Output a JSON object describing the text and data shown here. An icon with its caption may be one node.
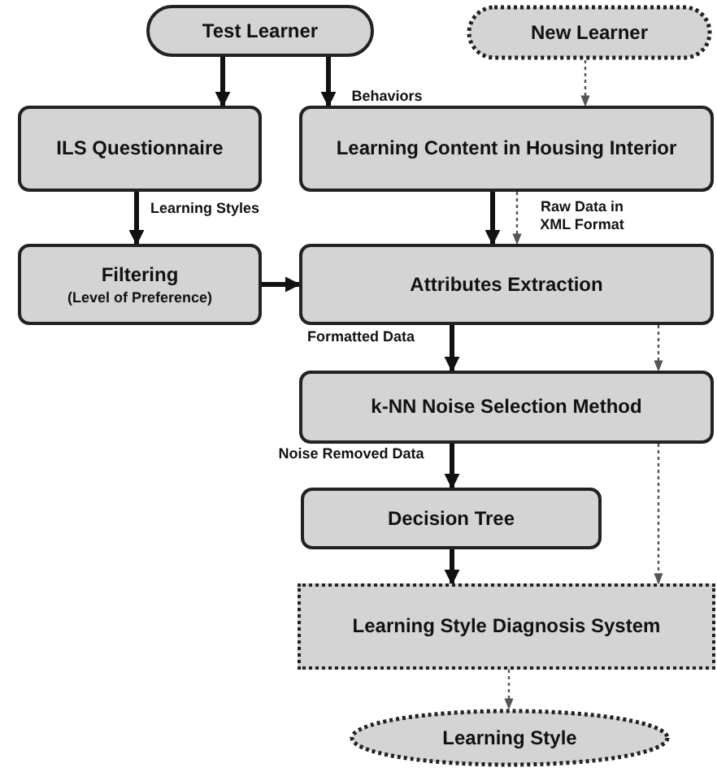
{
  "diagram": {
    "nodes": [
      {
        "text": [
          "Test Learner"
        ]
      },
      {
        "text": [
          "New Learner"
        ]
      },
      {
        "text": [
          "ILS Questionnaire"
        ]
      },
      {
        "text": [
          "Learning Content in Housing Interior"
        ]
      },
      {
        "text": [
          "Filtering",
          "(Level of Preference)"
        ]
      },
      {
        "text": [
          "Attributes Extraction"
        ]
      },
      {
        "text": [
          "k-NN Noise Selection Method"
        ]
      },
      {
        "text": [
          "Decision Tree"
        ]
      },
      {
        "text": [
          "Learning Style Diagnosis System"
        ]
      },
      {
        "text": [
          "Learning Style"
        ]
      }
    ],
    "edges": [
      {
        "from": 0,
        "to": 2,
        "arrow": "to"
      },
      {
        "from": 0,
        "to": 3,
        "arrow": "to",
        "label": "Behaviors"
      },
      {
        "from": 1,
        "to": 3,
        "arrow": "to",
        "style": "dashed"
      },
      {
        "from": 2,
        "to": 4,
        "arrow": "to",
        "label": "Learning Styles"
      },
      {
        "from": 3,
        "to": 5,
        "arrow": "to"
      },
      {
        "from": 3,
        "to": 5,
        "arrow": "to",
        "style": "dashed",
        "label": "Raw Data in XML Format"
      },
      {
        "from": 4,
        "to": 5,
        "arrow": "to"
      },
      {
        "from": 5,
        "to": 6,
        "arrow": "to",
        "label": "Formatted Data"
      },
      {
        "from": 5,
        "to": 6,
        "arrow": "to",
        "style": "dashed"
      },
      {
        "from": 6,
        "to": 7,
        "arrow": "to",
        "label": "Noise Removed Data"
      },
      {
        "from": 6,
        "to": 8,
        "arrow": "to",
        "style": "dashed"
      },
      {
        "from": 7,
        "to": 8,
        "arrow": "to"
      },
      {
        "from": 8,
        "to": 9,
        "arrow": "to",
        "style": "dashed"
      }
    ]
  }
}
